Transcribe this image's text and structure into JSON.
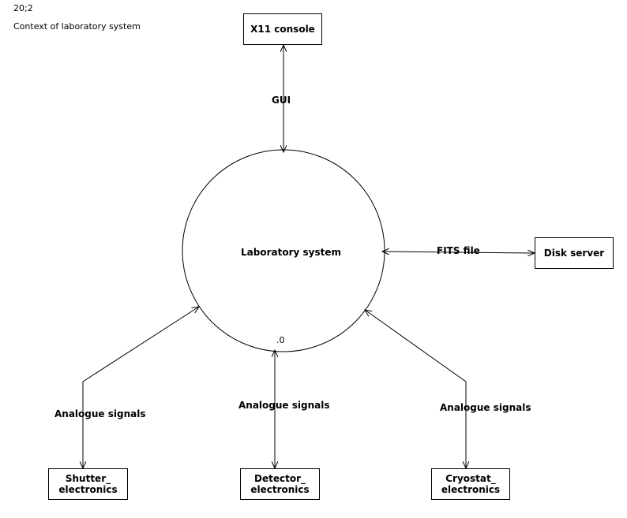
{
  "header": {
    "id": "20;2",
    "title": "Context of laboratory system"
  },
  "process": {
    "name": "Laboratory system",
    "number": ".0"
  },
  "terminators": {
    "x11": "X11 console",
    "disk": "Disk server",
    "shutter_line1": "Shutter_",
    "shutter_line2": "electronics",
    "detector_line1": "Detector_",
    "detector_line2": "electronics",
    "cryostat_line1": "Cryostat_",
    "cryostat_line2": "electronics"
  },
  "flows": {
    "gui": "GUI",
    "fits": "FITS file",
    "shutter_signals": "Analogue signals",
    "detector_signals": "Analogue signals",
    "cryostat_signals": "Analogue signals"
  }
}
